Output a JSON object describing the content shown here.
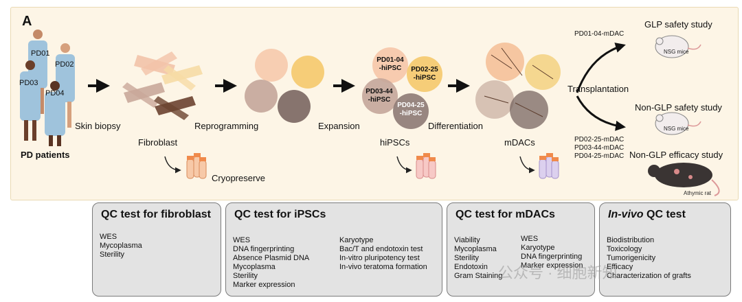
{
  "panel": {
    "letter": "A"
  },
  "patients": {
    "ids": [
      "PD01",
      "PD02",
      "PD03",
      "PD04"
    ],
    "label": "PD patients"
  },
  "steps": {
    "skin_biopsy": "Skin biopsy",
    "fibroblast": "Fibroblast",
    "cryopreserve": "Cryopreserve",
    "reprogramming": "Reprogramming",
    "expansion": "Expansion",
    "hipscs": "hiPSCs",
    "differentiation": "Differentiation",
    "mdacs": "mDACs",
    "transplantation": "Transplantation"
  },
  "hipsc_lines": {
    "pd01_line1": "PD01-04",
    "pd01_line2": "-hiPSC",
    "pd02_line1": "PD02-25",
    "pd02_line2": "-hiPSC",
    "pd03_line1": "PD03-44",
    "pd03_line2": "-hiPSC",
    "pd04_line1": "PD04-25",
    "pd04_line2": "-hiPSC"
  },
  "transplants": {
    "top": "PD01-04-mDAC",
    "bottom1": "PD02-25-mDAC",
    "bottom2": "PD03-44-mDAC",
    "bottom3": "PD04-25-mDAC"
  },
  "studies": {
    "glp_safety": "GLP safety study",
    "nonglp_safety": "Non-GLP safety study",
    "nonglp_efficacy": "Non-GLP efficacy study",
    "nsg_mice": "NSG mice",
    "athymic_rat": "Athymic rat"
  },
  "qc_boxes": {
    "fibroblast": {
      "title": "QC test for fibroblast",
      "items": [
        "WES",
        "Mycoplasma",
        "Sterility"
      ]
    },
    "ipscs": {
      "title": "QC test for iPSCs",
      "col1": [
        "WES",
        "DNA fingerprinting",
        "Absence Plasmid DNA",
        "Mycoplasma",
        "Sterility",
        "Marker expression"
      ],
      "col2": [
        "Karyotype",
        "Bac/T and endotoxin test",
        "In-vitro pluripotency test",
        "In-vivo teratoma formation"
      ]
    },
    "mdacs": {
      "title": "QC test for mDACs",
      "col1": [
        "Viability",
        "Mycoplasma",
        "Sterility",
        "Endotoxin",
        "Gram Staining"
      ],
      "col2": [
        "WES",
        "Karyotype",
        "DNA fingerprinting",
        "Marker expression"
      ]
    },
    "invivo": {
      "title_italic": "In-vivo",
      "title_rest": " QC test",
      "items": [
        "Biodistribution",
        "Toxicology",
        "Tumorigenicity",
        "Efficacy",
        "Characterization of grafts"
      ]
    }
  },
  "watermark": "公众号 · 细胞新知",
  "colors": {
    "panel_bg": "#fdf5e6",
    "qc_bg": "#e3e3e3",
    "patient_gown": "#9fc3dc",
    "tube_orange": "#f08a4b",
    "tube_purple": "#b9a6d9"
  }
}
